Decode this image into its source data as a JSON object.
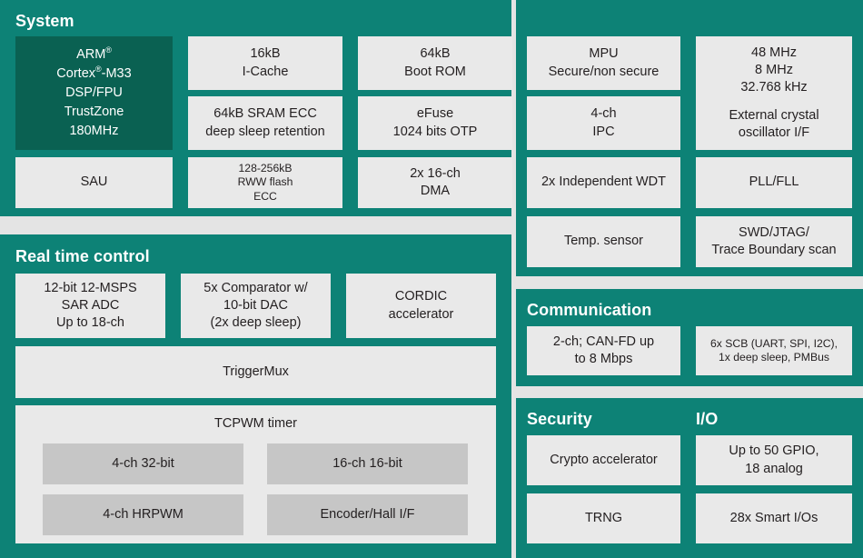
{
  "diagram": {
    "colors": {
      "panel_teal": "#0d8276",
      "cpu_dark_teal": "#0a6152",
      "block_gray": "#e9e9e9",
      "inner_block_gray": "#c6c6c6",
      "background_gray": "#e4e4e4",
      "block_text": "#231f20",
      "panel_title_text": "#ffffff"
    },
    "sections": {
      "system": {
        "title": "System",
        "blocks": {
          "cpu": {
            "lines": [
              "ARM®",
              "Cortex®-M33",
              "DSP/FPU",
              "TrustZone",
              "180MHz"
            ]
          },
          "icache": {
            "lines": [
              "16kB",
              "I-Cache"
            ]
          },
          "sram": {
            "lines": [
              "64kB SRAM ECC",
              "deep sleep retention"
            ]
          },
          "bootrom": {
            "lines": [
              "64kB",
              "Boot ROM"
            ]
          },
          "efuse": {
            "lines": [
              "eFuse",
              "1024 bits OTP"
            ]
          },
          "mpu": {
            "lines": [
              "MPU",
              "Secure/non secure"
            ]
          },
          "ipc": {
            "lines": [
              "4-ch",
              "IPC"
            ]
          },
          "clocks": {
            "lines": [
              "48 MHz",
              "8 MHz",
              "32.768 kHz",
              "",
              "External crystal",
              "oscillator I/F"
            ]
          },
          "sau": {
            "lines": [
              "SAU"
            ]
          },
          "flash": {
            "lines": [
              "128-256kB",
              "RWW flash",
              "ECC"
            ]
          },
          "dma": {
            "lines": [
              "2x 16-ch",
              "DMA"
            ]
          },
          "wdt": {
            "lines": [
              "2x Independent WDT"
            ]
          },
          "pllfll": {
            "lines": [
              "PLL/FLL"
            ]
          },
          "tempsensor": {
            "lines": [
              "Temp. sensor"
            ]
          },
          "debug": {
            "lines": [
              "SWD/JTAG/",
              "Trace Boundary scan"
            ]
          }
        }
      },
      "realtime": {
        "title": "Real time control",
        "blocks": {
          "adc": {
            "lines": [
              "12-bit 12-MSPS",
              "SAR ADC",
              "Up to 18-ch"
            ]
          },
          "comparator": {
            "lines": [
              "5x Comparator w/",
              "10-bit DAC",
              "(2x deep sleep)"
            ]
          },
          "cordic": {
            "lines": [
              "CORDIC",
              "accelerator"
            ]
          },
          "triggermux": {
            "lines": [
              "TriggerMux"
            ]
          },
          "tcpwm": {
            "title": "TCPWM timer",
            "inner": [
              {
                "lines": [
                  "4-ch 32-bit"
                ]
              },
              {
                "lines": [
                  "16-ch 16-bit"
                ]
              },
              {
                "lines": [
                  "4-ch HRPWM"
                ]
              },
              {
                "lines": [
                  "Encoder/Hall I/F"
                ]
              }
            ]
          }
        }
      },
      "communication": {
        "title": "Communication",
        "blocks": {
          "can": {
            "lines": [
              "2-ch; CAN-FD up",
              "to 8 Mbps"
            ]
          },
          "scb": {
            "lines": [
              "6x SCB (UART, SPI, I2C),",
              "1x deep sleep, PMBus"
            ]
          }
        }
      },
      "security": {
        "title": "Security",
        "blocks": {
          "crypto": {
            "lines": [
              "Crypto accelerator"
            ]
          },
          "trng": {
            "lines": [
              "TRNG"
            ]
          }
        }
      },
      "io": {
        "title": "I/O",
        "blocks": {
          "gpio": {
            "lines": [
              "Up to 50 GPIO,",
              "18 analog"
            ]
          },
          "smartio": {
            "lines": [
              "28x Smart I/Os"
            ]
          }
        }
      }
    }
  }
}
